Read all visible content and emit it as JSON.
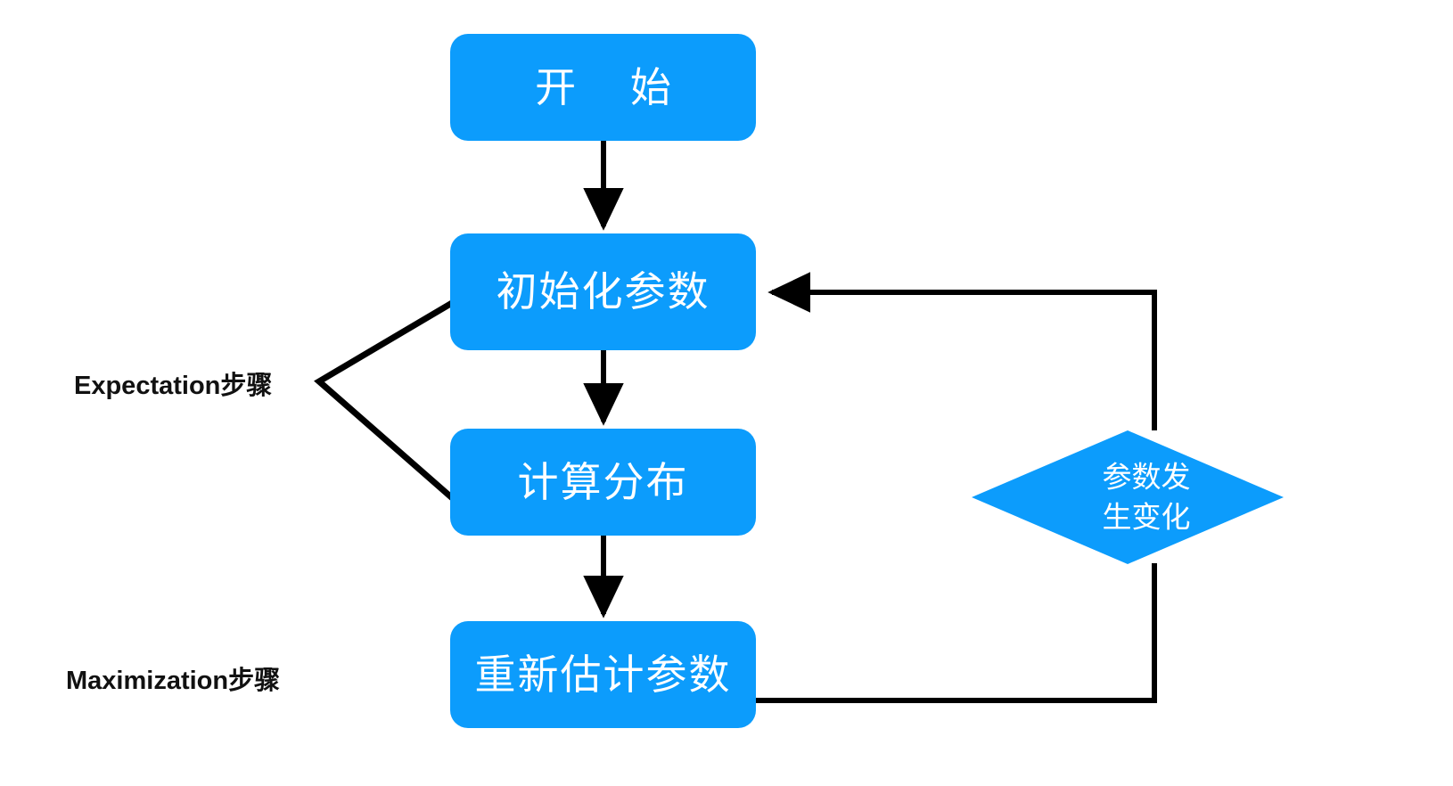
{
  "diagram": {
    "title": "EM algorithm flowchart",
    "background_color": "#ffffff",
    "node_fill_color": "#0C9CFC",
    "node_text_color": "#ffffff",
    "connector_color": "#000000",
    "label_text_color": "#111111"
  },
  "nodes": {
    "start": {
      "label": "开 始",
      "shape": "rounded-rectangle"
    },
    "init_params": {
      "label": "初始化参数",
      "shape": "rounded-rectangle"
    },
    "compute_distribution": {
      "label": "计算分布",
      "shape": "rounded-rectangle"
    },
    "reestimate_params": {
      "label": "重新估计参数",
      "shape": "rounded-rectangle"
    },
    "decision": {
      "label": "参数发\n生变化",
      "shape": "diamond"
    }
  },
  "side_labels": {
    "expectation": "Expectation步骤",
    "maximization": "Maximization步骤"
  },
  "connectors": [
    {
      "name": "start-to-init",
      "from": "start",
      "to": "init_params",
      "kind": "arrow-down"
    },
    {
      "name": "init-to-dist",
      "from": "init_params",
      "to": "compute_distribution",
      "kind": "arrow-down"
    },
    {
      "name": "dist-to-reest",
      "from": "compute_distribution",
      "to": "reestimate_params",
      "kind": "arrow-down"
    },
    {
      "name": "reest-to-decision",
      "from": "reestimate_params",
      "to": "decision",
      "kind": "elbow"
    },
    {
      "name": "decision-to-init",
      "from": "decision",
      "to": "init_params",
      "kind": "elbow-arrow-left"
    },
    {
      "name": "expectation-bracket",
      "from": "expectation",
      "to": [
        "init_params",
        "compute_distribution"
      ],
      "kind": "bracket"
    },
    {
      "name": "maximization-pointer",
      "from": "maximization",
      "to": "reestimate_params",
      "kind": "plain"
    }
  ]
}
